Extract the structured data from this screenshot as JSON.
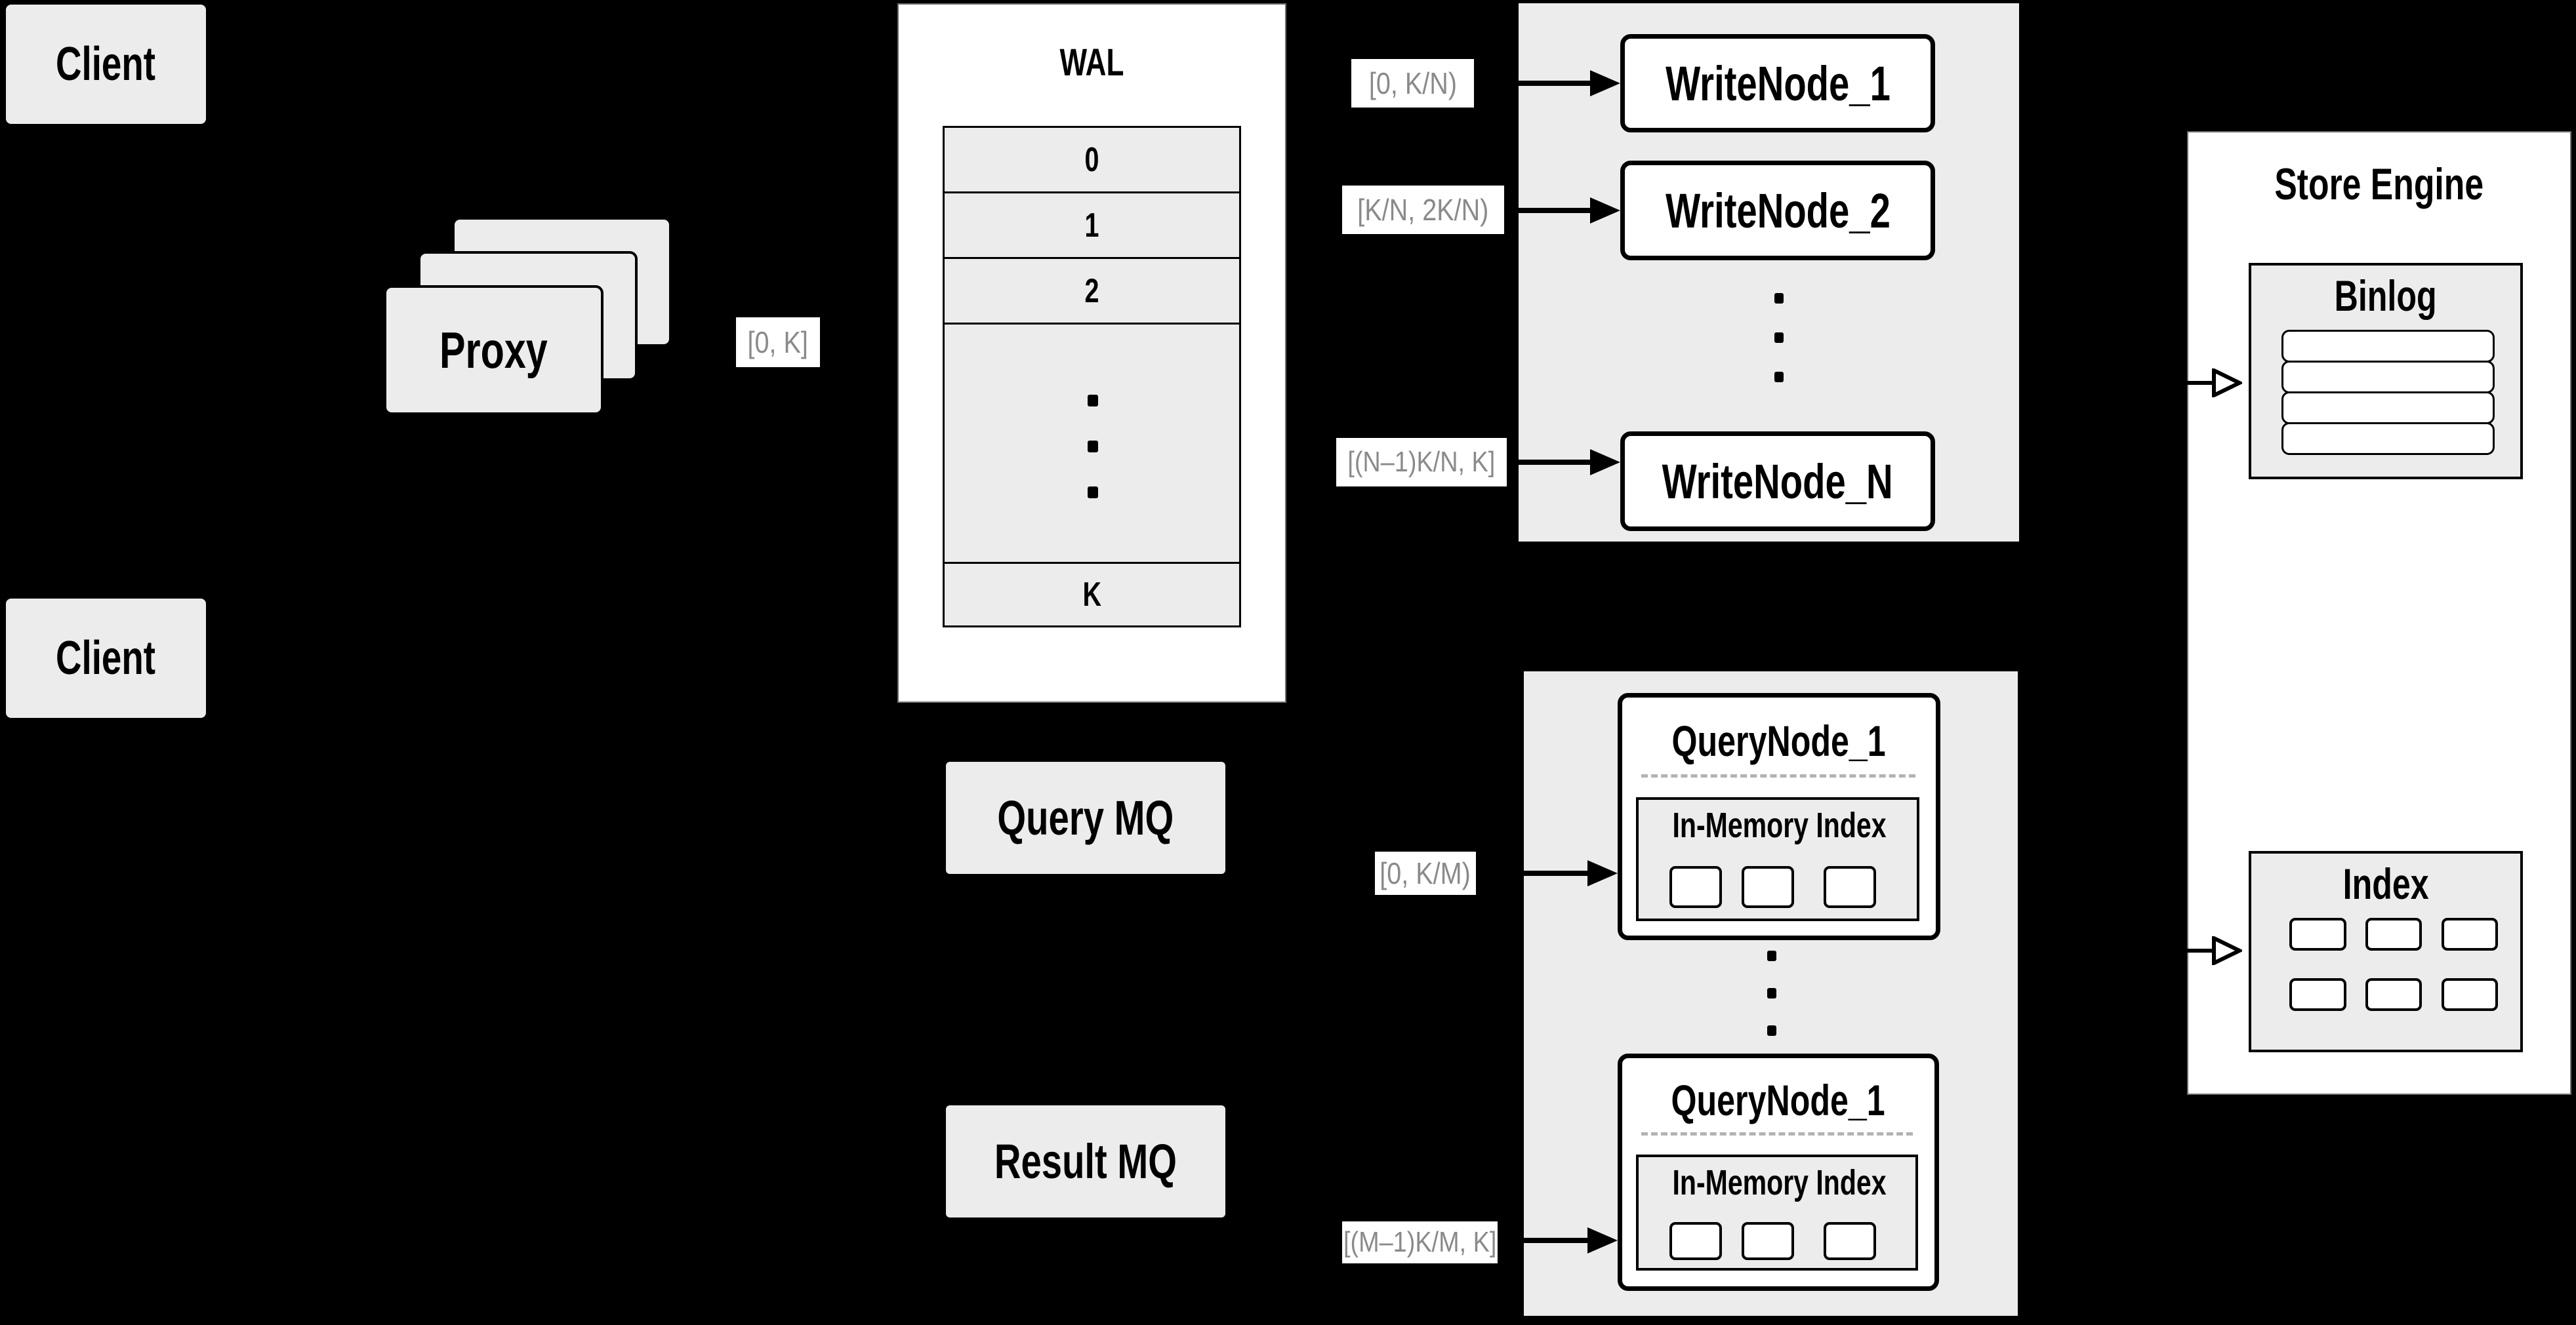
{
  "clients": {
    "top": "Client",
    "bottom": "Client"
  },
  "proxy": {
    "label": "Proxy",
    "range_label": "[0, K]"
  },
  "wal": {
    "title": "WAL",
    "rows": [
      "0",
      "1",
      "2"
    ],
    "last_row": "K"
  },
  "write_panel": {
    "nodes": [
      "WriteNode_1",
      "WriteNode_2",
      "WriteNode_N"
    ],
    "ranges": [
      "[0, K/N)",
      "[K/N, 2K/N)",
      "[(N–1)K/N, K]"
    ]
  },
  "store_engine": {
    "title": "Store Engine",
    "binlog": "Binlog",
    "index": "Index"
  },
  "mq": {
    "query": "Query MQ",
    "result": "Result MQ"
  },
  "query_panel": {
    "nodes": [
      {
        "title": "QueryNode_1",
        "memory_index": "In-Memory Index"
      },
      {
        "title": "QueryNode_1",
        "memory_index": "In-Memory Index"
      }
    ],
    "ranges": [
      "[0, K/M)",
      "[(M–1)K/M, K]"
    ]
  },
  "colors": {
    "background": "#000000",
    "box_fill": "#ececec",
    "node_fill": "#ffffff",
    "border": "#000000",
    "range_text": "#8a8a8a",
    "dashed_line": "#b3b3b3"
  }
}
